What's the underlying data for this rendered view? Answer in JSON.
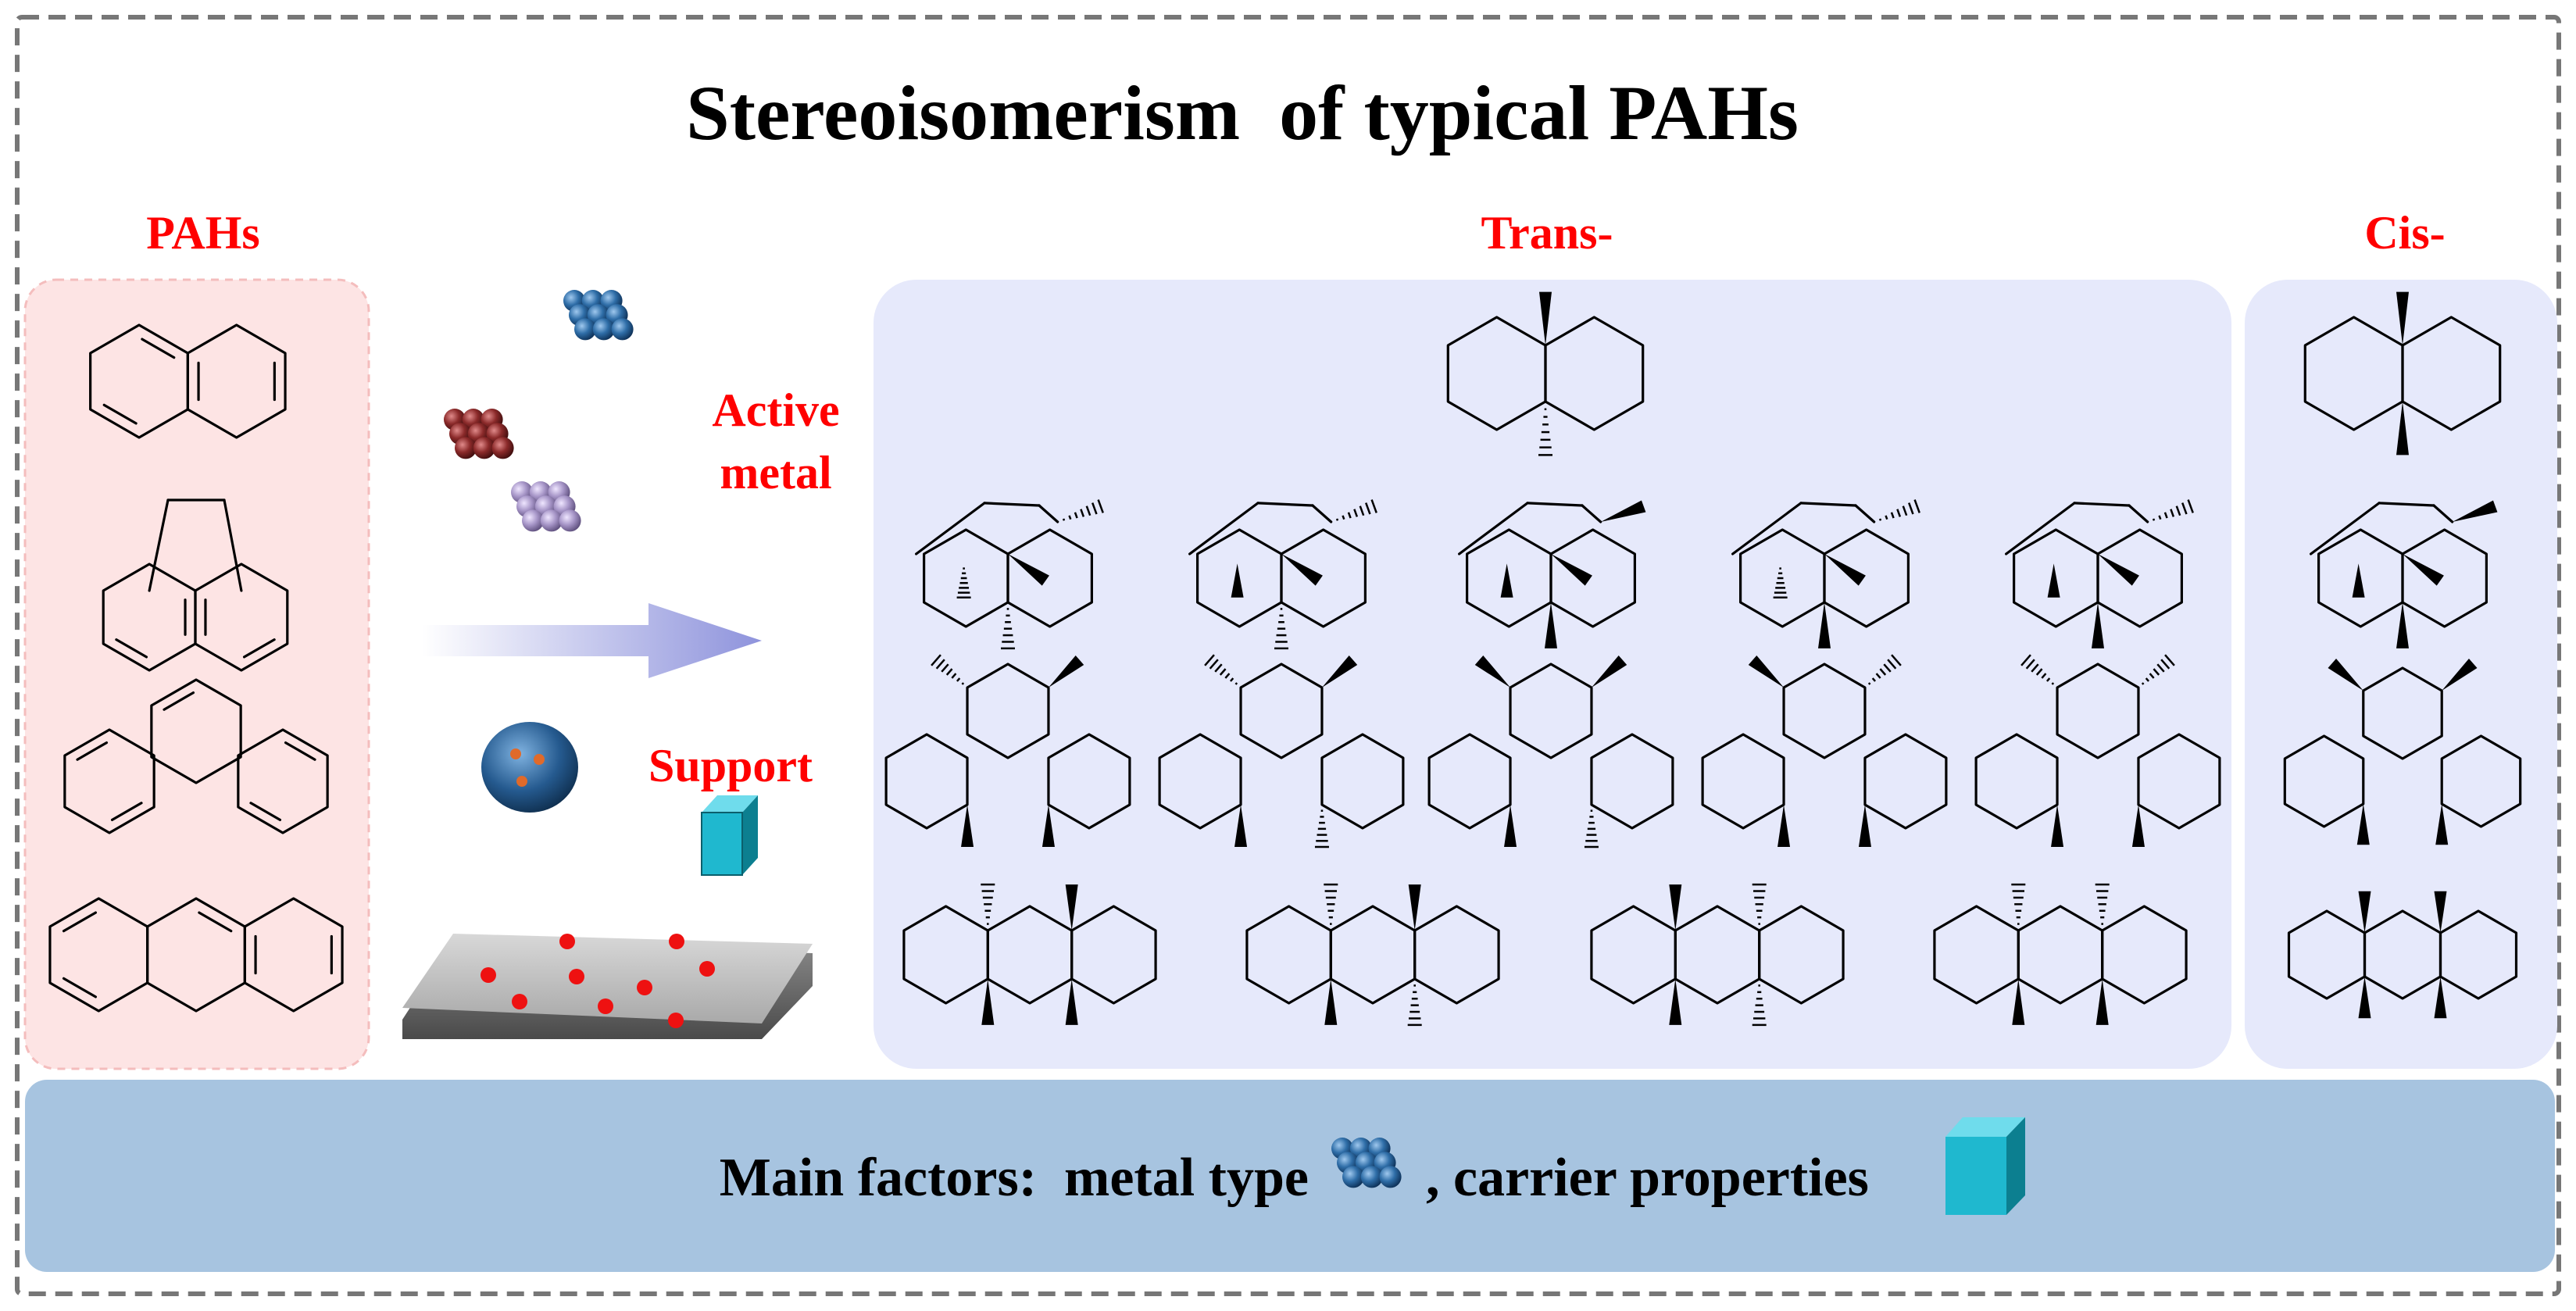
{
  "title": "Stereoisomerism  of typical PAHs",
  "labels": {
    "pahs": "PAHs",
    "trans": "Trans-",
    "cis": "Cis-",
    "active_metal_line1": "Active",
    "active_metal_line2": "metal",
    "support": "Support"
  },
  "footer": {
    "prefix": "Main factors:  metal type",
    "middle": ", carrier properties"
  },
  "colors": {
    "title_text": "#000000",
    "label_red": "#ff0000",
    "pahs_panel": "#fde4e4",
    "isomer_panel": "#e6e9fb",
    "footer_bar": "#a7c4e0",
    "arrow": "#9b9fe0",
    "support_cube": "#1fb8cf",
    "metal_blue": "#2a6aa8",
    "metal_red": "#8b2a2a",
    "metal_violet": "#a796c8"
  },
  "molecules": {
    "pahs": [
      "naphthalene",
      "acenaphthene",
      "phenanthrene",
      "anthracene"
    ],
    "trans_rows": [
      1,
      5,
      5,
      4
    ],
    "cis_rows": [
      1,
      1,
      1,
      1
    ]
  }
}
